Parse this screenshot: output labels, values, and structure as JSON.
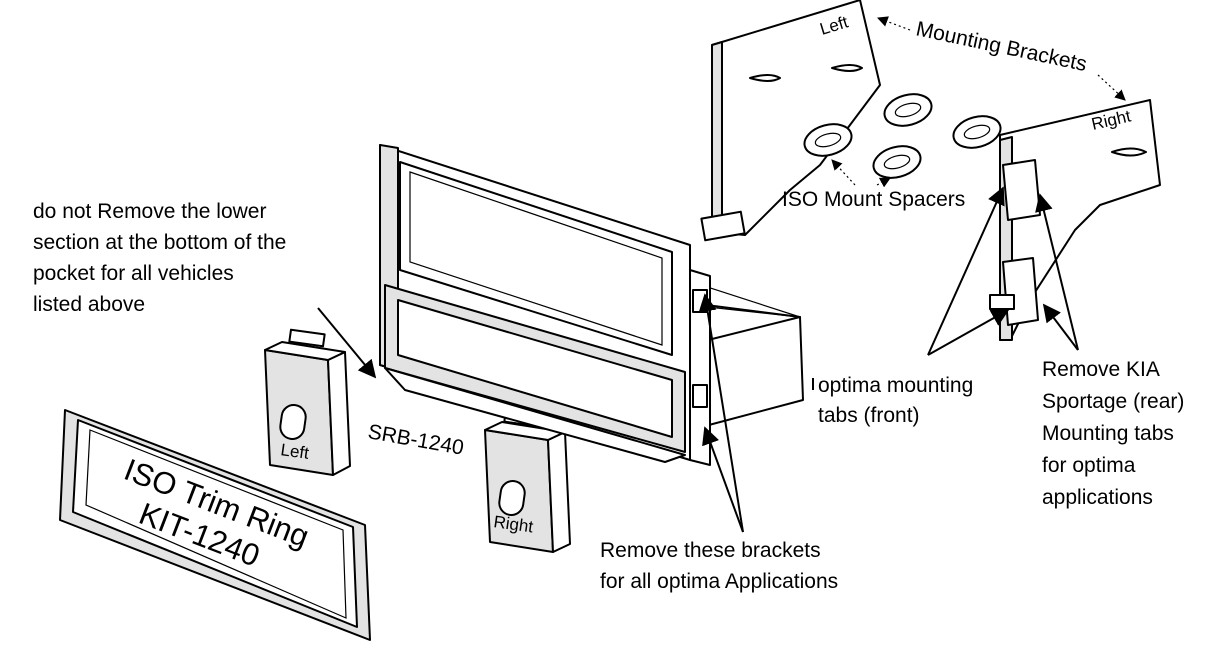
{
  "notes": {
    "lower_section": [
      "do not Remove the lower",
      "section at the bottom of the",
      "pocket for all vehicles",
      "listed above"
    ],
    "mounting_brackets": "Mounting Brackets",
    "iso_spacers": "ISO Mount Spacers",
    "optima_tabs": [
      "optima mounting",
      "tabs (front)"
    ],
    "remove_kia": [
      "Remove KIA",
      "Sportage (rear)",
      "Mounting tabs",
      "for optima",
      "applications"
    ],
    "remove_brackets": [
      "Remove these brackets",
      "for all optima Applications"
    ]
  },
  "parts": {
    "bracket_left": "Left",
    "bracket_right": "Right",
    "pocket_model": "SRB-1240",
    "clip_left": "Left",
    "clip_right": "Right",
    "trim_ring": [
      "ISO Trim Ring",
      "KIT-1240"
    ]
  }
}
